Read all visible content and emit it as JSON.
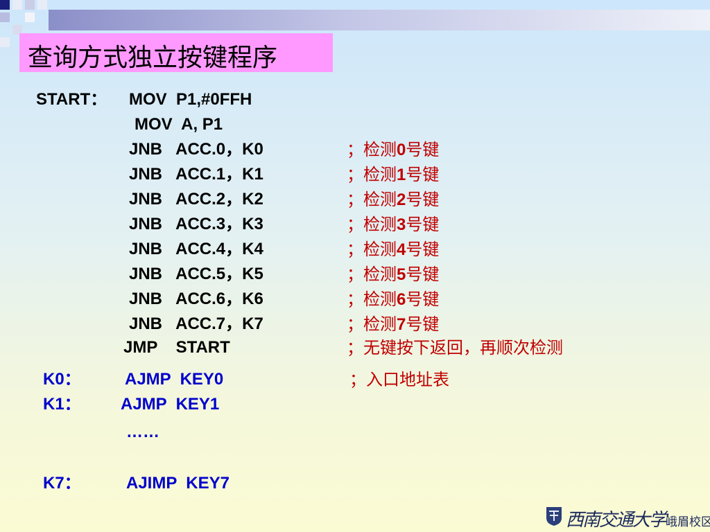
{
  "slide": {
    "title": "查询方式独立按键程序",
    "colors": {
      "title_bg": "#ff99ff",
      "comment": "#c00000",
      "key_labels": "#0000cc"
    }
  },
  "code_lines": [
    {
      "label": "START：",
      "instr": "MOV  P1,#0FFH",
      "comment_prefix": "",
      "comment_num": "",
      "comment_suffix": ""
    },
    {
      "label": "",
      "instr": "MOV  A, P1",
      "comment_prefix": "",
      "comment_num": "",
      "comment_suffix": ""
    },
    {
      "label": "",
      "instr": "JNB   ACC.0，K0",
      "comment_prefix": "；检测",
      "comment_num": "0",
      "comment_suffix": "号键"
    },
    {
      "label": "",
      "instr": "JNB   ACC.1，K1",
      "comment_prefix": "；检测",
      "comment_num": "1",
      "comment_suffix": "号键"
    },
    {
      "label": "",
      "instr": "JNB   ACC.2，K2",
      "comment_prefix": "；检测",
      "comment_num": "2",
      "comment_suffix": "号键"
    },
    {
      "label": "",
      "instr": "JNB   ACC.3，K3",
      "comment_prefix": "；检测",
      "comment_num": "3",
      "comment_suffix": "号键"
    },
    {
      "label": "",
      "instr": "JNB   ACC.4，K4",
      "comment_prefix": "；检测",
      "comment_num": "4",
      "comment_suffix": "号键"
    },
    {
      "label": "",
      "instr": "JNB   ACC.5，K5",
      "comment_prefix": "；检测",
      "comment_num": "5",
      "comment_suffix": "号键"
    },
    {
      "label": "",
      "instr": "JNB   ACC.6，K6",
      "comment_prefix": "；检测",
      "comment_num": "6",
      "comment_suffix": "号键"
    },
    {
      "label": "",
      "instr": "JNB   ACC.7，K7",
      "comment_prefix": "；检测",
      "comment_num": "7",
      "comment_suffix": "号键"
    },
    {
      "label": "",
      "instr": "JMP    START",
      "comment_prefix": "；无键按下返回，再顺次检测",
      "comment_num": "",
      "comment_suffix": ""
    }
  ],
  "jump_table": {
    "k0_label": "K0：",
    "k0_instr": "AJMP  KEY0",
    "k0_comment": "；入口地址表",
    "k1_label": "K1：",
    "k1_instr": "AJMP  KEY1",
    "ellipsis": "……",
    "k7_label": "K7：",
    "k7_instr": "AJIMP  KEY7"
  },
  "footer": {
    "logo_main": "西南交通大学",
    "logo_sub": "峨眉校区",
    "emblem_icon": "university-emblem-icon"
  }
}
